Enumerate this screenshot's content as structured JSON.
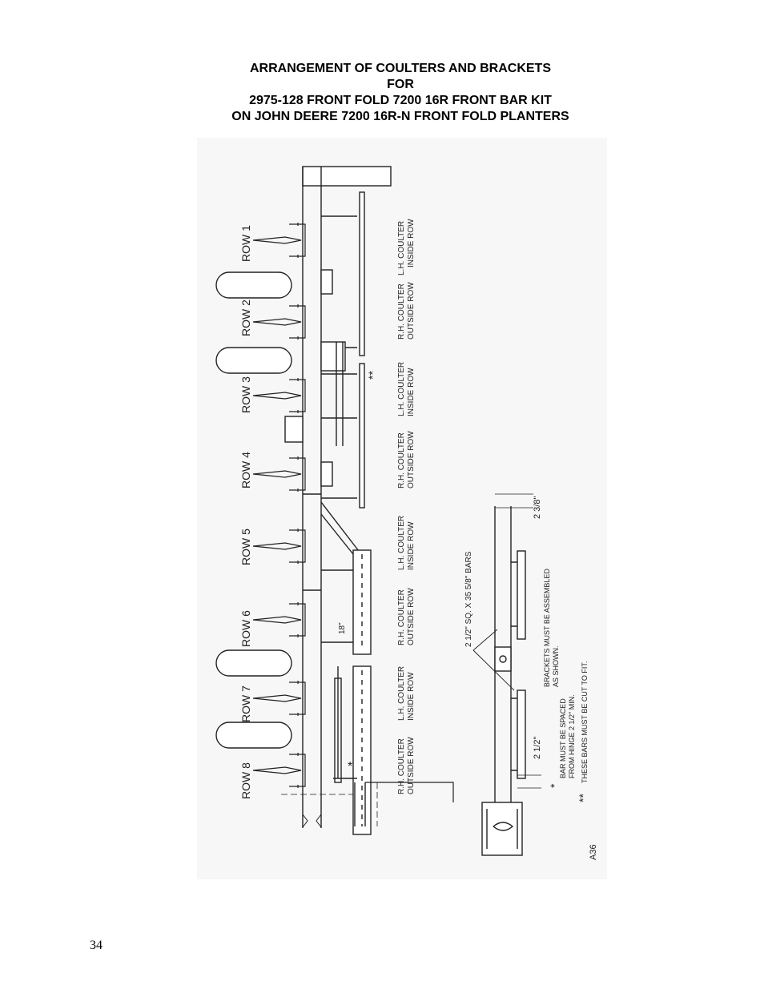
{
  "title_lines": [
    "ARRANGEMENT OF COULTERS AND BRACKETS",
    "FOR",
    "2975-128 FRONT FOLD 7200 16R FRONT BAR KIT",
    "ON JOHN DEERE 7200 16R-N FRONT FOLD PLANTERS"
  ],
  "page_number": "34",
  "diagram": {
    "rows": [
      "ROW 1",
      "ROW 2",
      "ROW 3",
      "ROW 4",
      "ROW 5",
      "ROW 6",
      "ROW 7",
      "ROW 8"
    ],
    "coulter_labels": [
      [
        "L.H. COULTER",
        "INSIDE ROW"
      ],
      [
        "R.H. COULTER",
        "OUTSIDE ROW"
      ],
      [
        "L.H. COULTER",
        "INSIDE ROW"
      ],
      [
        "R.H. COULTER",
        "OUTSIDE ROW"
      ],
      [
        "L.H. COULTER",
        "INSIDE ROW"
      ],
      [
        "R.H. COULTER",
        "OUTSIDE ROW"
      ],
      [
        "L.H. COULTER",
        "INSIDE ROW"
      ],
      [
        "R.H. COULTER",
        "OUTSIDE ROW"
      ]
    ],
    "double_star": "**",
    "single_star": "*",
    "dim_18": "18\"",
    "dim_2_3_8": "2 3/8\"",
    "dim_2_1_2": "2 1/2\"",
    "bars_note": "2 1/2\" SQ. X 35 5/8\" BARS",
    "brackets_note": [
      "BRACKETS MUST BE ASSEMBLED",
      "AS SHOWN."
    ],
    "note_star": [
      "BAR MUST BE SPACED",
      "FROM HINGE 2 1/2\" MIN."
    ],
    "note_double_star": "THESE BARS MUST BE CUT TO FIT.",
    "drawing_code": "A36"
  }
}
